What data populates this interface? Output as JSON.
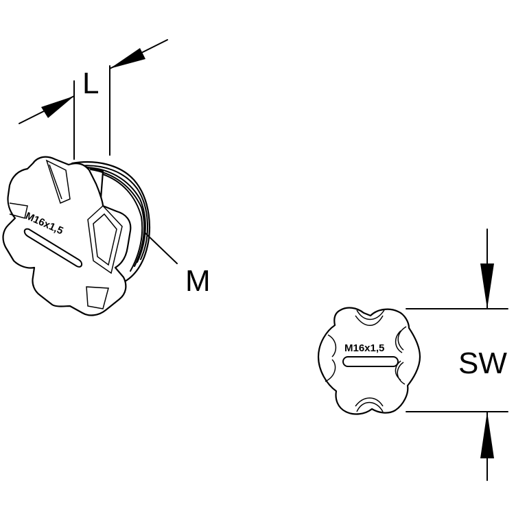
{
  "labels": {
    "length": "L",
    "thread": "M",
    "width_across_flats": "SW",
    "thread_marking_side": "M16x1,5",
    "thread_marking_front": "M16x1,5"
  }
}
